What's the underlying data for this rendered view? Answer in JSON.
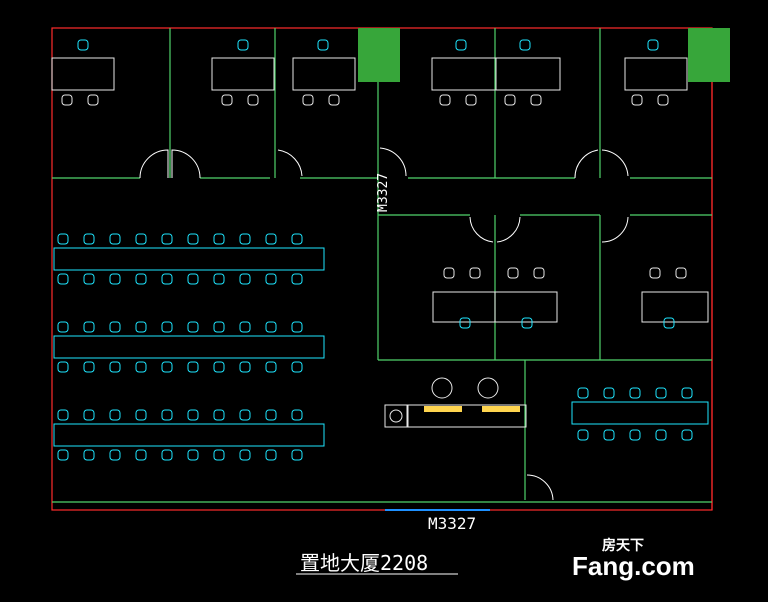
{
  "plan": {
    "title": "置地大厦2208",
    "door_label_bottom": "M3327",
    "door_label_vertical": "M3327"
  },
  "watermark": {
    "brand_cn": "房天下",
    "brand_en": "Fang.com"
  },
  "colors": {
    "background": "#000000",
    "wall": "#4fd36b",
    "outline": "#ff2b2b",
    "furniture": "#e8e8e8",
    "chair": "#1ee6ff",
    "door": "#ffffff",
    "plant": "#37a63a",
    "accent": "#1e90ff"
  }
}
